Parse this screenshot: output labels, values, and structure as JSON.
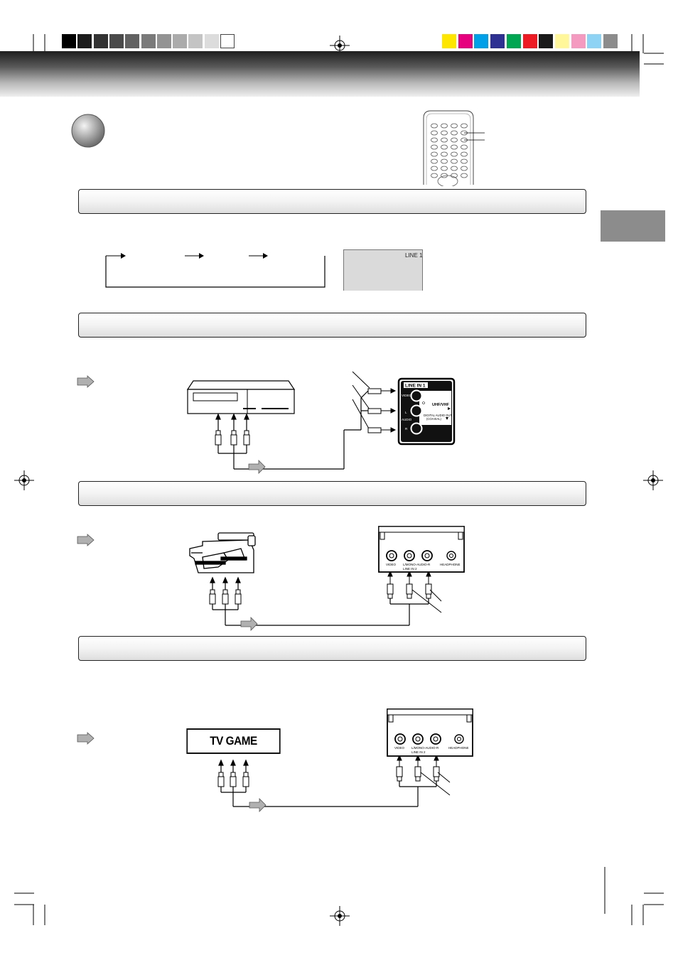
{
  "colors": {
    "grayscale_bar": [
      "#000000",
      "#1c1c1c",
      "#333333",
      "#4a4a4a",
      "#626262",
      "#7a7a7a",
      "#939393",
      "#ababab",
      "#c4c4c4",
      "#dcdcdc",
      "#ffffff"
    ],
    "color_bar": [
      "#ffe600",
      "#e6007e",
      "#00a0e9",
      "#2e3192",
      "#00a651",
      "#ed1c24",
      "#1a1a1a",
      "#fff799",
      "#f49ac1",
      "#8fd3f4",
      "#8c8c8c"
    ]
  },
  "osd": {
    "label": "LINE 1"
  },
  "rear_panel": {
    "title": "LINE IN 1",
    "video": "VIDEO",
    "audio_l": "L",
    "audio": "AUDIO",
    "audio_r": "R",
    "rf": "UHF/VHF",
    "digital_1": "DIGITAL AUDIO OUT",
    "digital_2": "(COAXIAL)"
  },
  "front_panel_1": {
    "video": "VIDEO",
    "audio": "L/MONO-AUDIO-R",
    "headphone": "HEADPHONE",
    "line": "LINE IN 2"
  },
  "front_panel_2": {
    "video": "VIDEO",
    "audio": "L/MONO-AUDIO-R",
    "headphone": "HEADPHONE",
    "line": "LINE IN 2"
  },
  "tv_game": {
    "label": "TV GAME"
  }
}
